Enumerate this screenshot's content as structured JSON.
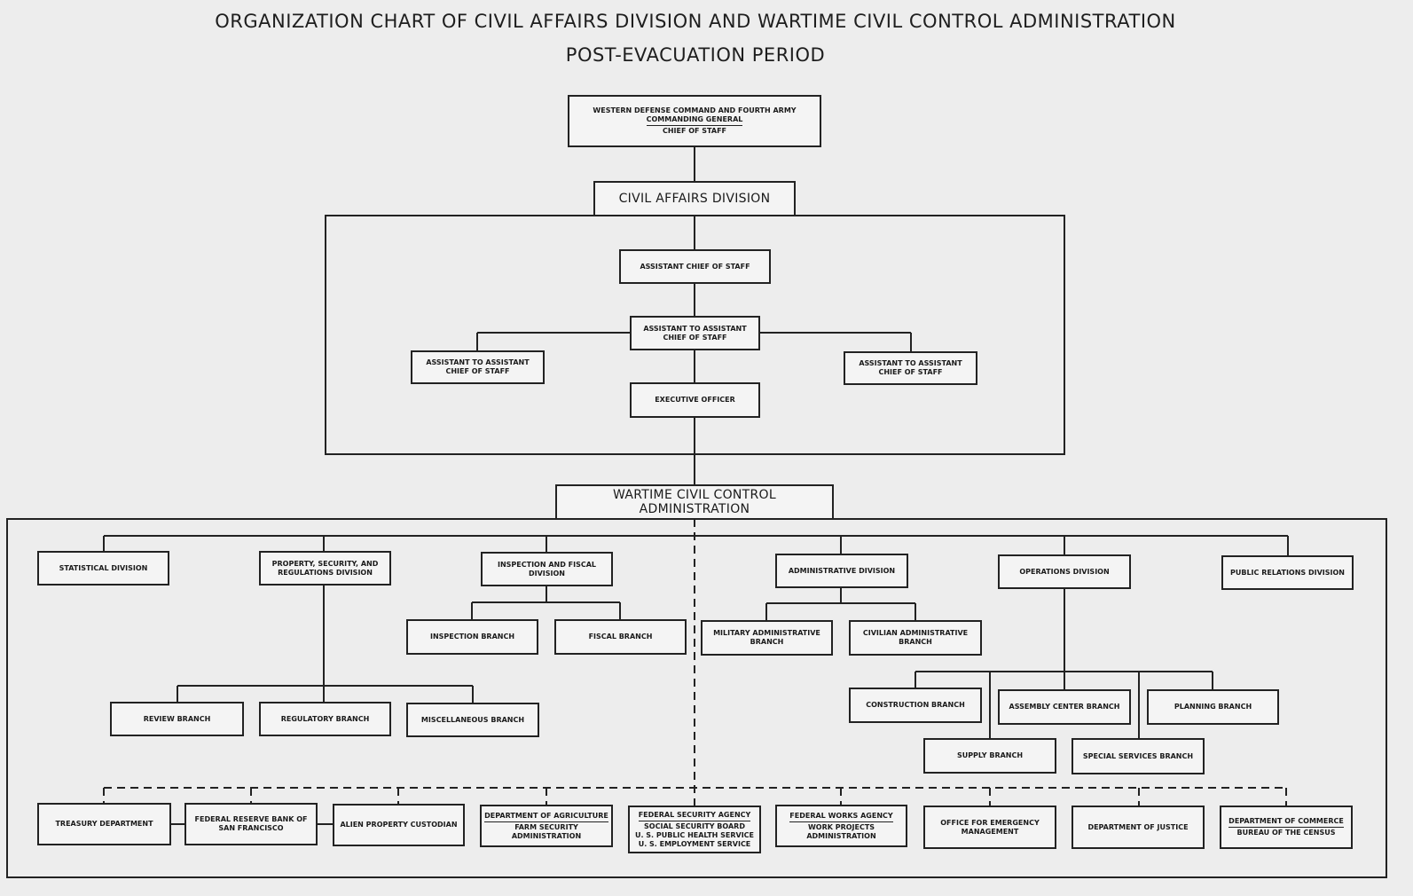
{
  "title_line1": "ORGANIZATION CHART OF CIVIL AFFAIRS DIVISION AND WARTIME CIVIL CONTROL ADMINISTRATION",
  "title_line2": "POST-EVACUATION PERIOD",
  "top_command": {
    "line1": "WESTERN DEFENSE COMMAND AND FOURTH ARMY",
    "line2": "COMMANDING GENERAL",
    "line3": "CHIEF OF STAFF"
  },
  "civil_affairs": {
    "header": "CIVIL AFFAIRS DIVISION",
    "assistant_chief": "ASSISTANT CHIEF OF STAFF",
    "assistant_center": "ASSISTANT TO ASSISTANT CHIEF OF STAFF",
    "assistant_left": "ASSISTANT TO ASSISTANT CHIEF OF STAFF",
    "assistant_right": "ASSISTANT TO ASSISTANT CHIEF OF STAFF",
    "executive_officer": "EXECUTIVE OFFICER"
  },
  "wcca": {
    "header": "WARTIME CIVIL CONTROL ADMINISTRATION",
    "divisions": {
      "statistical": "STATISTICAL DIVISION",
      "property": "PROPERTY, SECURITY, AND REGULATIONS DIVISION",
      "inspection_fiscal": "INSPECTION AND FISCAL DIVISION",
      "administrative": "ADMINISTRATIVE DIVISION",
      "operations": "OPERATIONS DIVISION",
      "public_relations": "PUBLIC RELATIONS DIVISION"
    },
    "branches": {
      "inspection": "INSPECTION BRANCH",
      "fiscal": "FISCAL BRANCH",
      "military_admin": "MILITARY ADMINISTRATIVE BRANCH",
      "civilian_admin": "CIVILIAN ADMINISTRATIVE BRANCH",
      "review": "REVIEW BRANCH",
      "regulatory": "REGULATORY BRANCH",
      "miscellaneous": "MISCELLANEOUS BRANCH",
      "construction": "CONSTRUCTION BRANCH",
      "assembly_center": "ASSEMBLY CENTER BRANCH",
      "planning": "PLANNING BRANCH",
      "supply": "SUPPLY BRANCH",
      "special_services": "SPECIAL SERVICES BRANCH"
    },
    "agencies": {
      "treasury": "TREASURY DEPARTMENT",
      "federal_reserve": "FEDERAL RESERVE BANK OF SAN FRANCISCO",
      "alien_property": "ALIEN PROPERTY CUSTODIAN",
      "agriculture_head": "DEPARTMENT OF AGRICULTURE",
      "agriculture_sub": "FARM SECURITY ADMINISTRATION",
      "security_head": "FEDERAL SECURITY AGENCY",
      "security_sub1": "SOCIAL SECURITY BOARD",
      "security_sub2": "U. S. PUBLIC HEALTH SERVICE",
      "security_sub3": "U. S. EMPLOYMENT SERVICE",
      "works_head": "FEDERAL WORKS AGENCY",
      "works_sub": "WORK PROJECTS ADMINISTRATION",
      "emergency": "OFFICE FOR EMERGENCY MANAGEMENT",
      "justice": "DEPARTMENT OF JUSTICE",
      "commerce_head": "DEPARTMENT OF COMMERCE",
      "commerce_sub": "BUREAU OF THE CENSUS"
    }
  }
}
